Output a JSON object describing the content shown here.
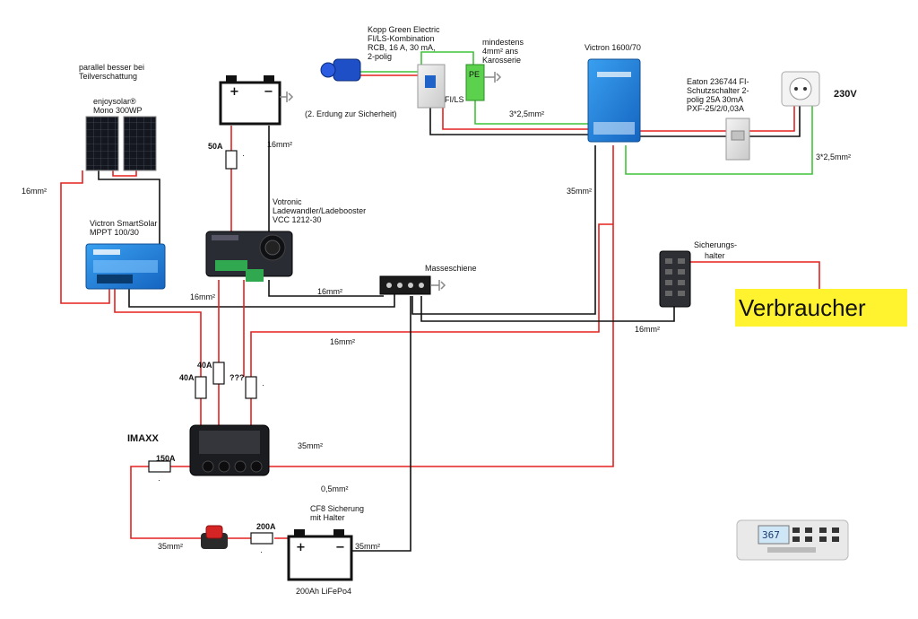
{
  "labels": {
    "parallel_note": [
      "parallel besser bei",
      "Teilverschattung"
    ],
    "panel_name": [
      "enjoysolar®",
      "Mono 300WP"
    ],
    "panel_cable": "16mm²",
    "mppt_name": [
      "Victron SmartSolar",
      "MPPT 100/30"
    ],
    "mppt_cable": "16mm²",
    "start_fuse": "50A",
    "start_fuse_dot": "·",
    "start_cable": "16mm²",
    "grounding_note": "(2. Erdung zur Sicherheit)",
    "votronic_name": [
      "Votronic",
      "Ladewandler/Ladebooster",
      "VCC 1212-30"
    ],
    "votronic_cable": "16mm²",
    "busbar_name": "Masseschiene",
    "kopp_name": [
      "Kopp Green Electric",
      "FI/LS-Kombination",
      "RCB, 16 A, 30 mA,",
      "2-polig"
    ],
    "fils_label": "FI/LS",
    "pe_label": "PE",
    "pe_note": [
      "mindestens",
      "4mm² ans",
      "Karosserie"
    ],
    "cable_3x25_a": "3*2,5mm²",
    "victron_name": "Victron 1600/70",
    "eaton_name": [
      "Eaton 236744 FI-",
      "Schutzschalter 2-",
      "polig 25A 30mA",
      "PXF-25/2/0,03A"
    ],
    "v230": "230V",
    "cable_3x25_b": "3*2,5mm²",
    "inverter_cable": "35mm²",
    "fuseholder_name": [
      "Sicherungs-",
      "halter"
    ],
    "consumer_label": "Verbraucher",
    "fuseholder_cable": "16mm²",
    "bus_cable": "16mm²",
    "fuse_40a_1": "40A",
    "fuse_40a_2": "40A",
    "fuse_unknown": "???",
    "fuse_small_dot": "·",
    "imaxx_name": "IMAXX",
    "imaxx_cable": "35mm²",
    "fuse_150a": "150A",
    "fuse_150a_dot": "·",
    "cable_05": "0,5mm²",
    "cf8_name": [
      "CF8 Sicherung",
      "mit Halter"
    ],
    "fuse_200a": "200A",
    "fuse_200a_dot": "·",
    "switch_cable": "35mm²",
    "battery_cable": "35mm²",
    "battery_name": "200Ah LiFePo4",
    "display_value": "367"
  },
  "colors": {
    "wire_positive": "#e5211f",
    "wire_negative": "#111111",
    "wire_ground": "#3fc43a",
    "victron_blue": "#1f7fd6",
    "consumer_bg": "#fff22e",
    "pe_box": "#5bd14d"
  },
  "icons": [
    "battery-icon",
    "ground-icon",
    "solar-panel-icon",
    "plug-icon",
    "socket-icon",
    "fuse-icon",
    "battery-switch-icon",
    "control-panel-icon"
  ]
}
